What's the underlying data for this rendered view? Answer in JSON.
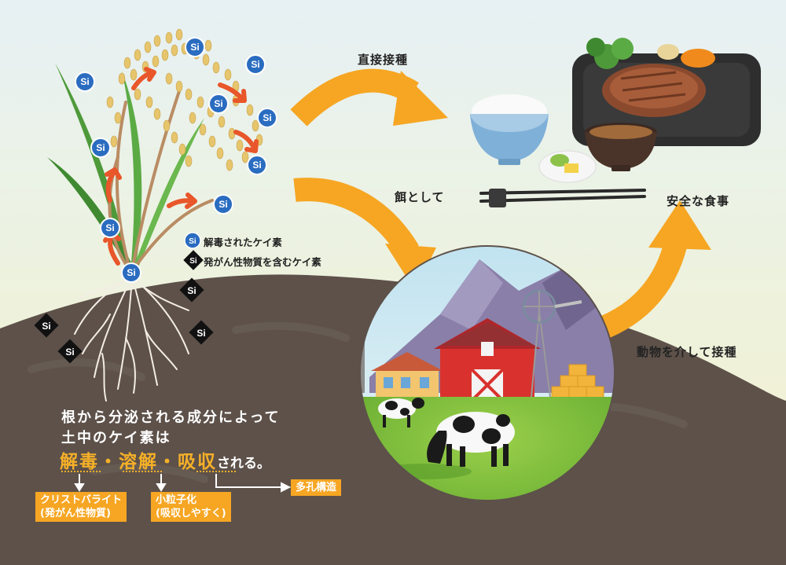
{
  "labels": {
    "direct": "直接接種",
    "feed": "餌として",
    "safe_meal": "安全な食事",
    "via_animal": "動物を介して接種"
  },
  "element_symbol": "Si",
  "legend": {
    "detox": "解毒されたケイ素",
    "carcinogen": "発がん性物質を含むケイ素"
  },
  "explanation": {
    "line1": "根から分泌される成分によって",
    "line2": "土中のケイ素は",
    "keyword1": "解毒",
    "sep": "・",
    "keyword2": "溶解",
    "keyword3": "吸収",
    "suffix": "される。"
  },
  "boxes": {
    "cristobalite_line1": "クリストバライト",
    "cristobalite_line2": "(発がん性物質)",
    "particle_line1": "小粒子化",
    "particle_line2": "(吸収しやすく)",
    "porous": "多孔構造"
  },
  "colors": {
    "accent_orange": "#f6a623",
    "soil": "#5d514a",
    "si_blue": "#2a6cc0",
    "red_arrow": "#e8562a"
  }
}
